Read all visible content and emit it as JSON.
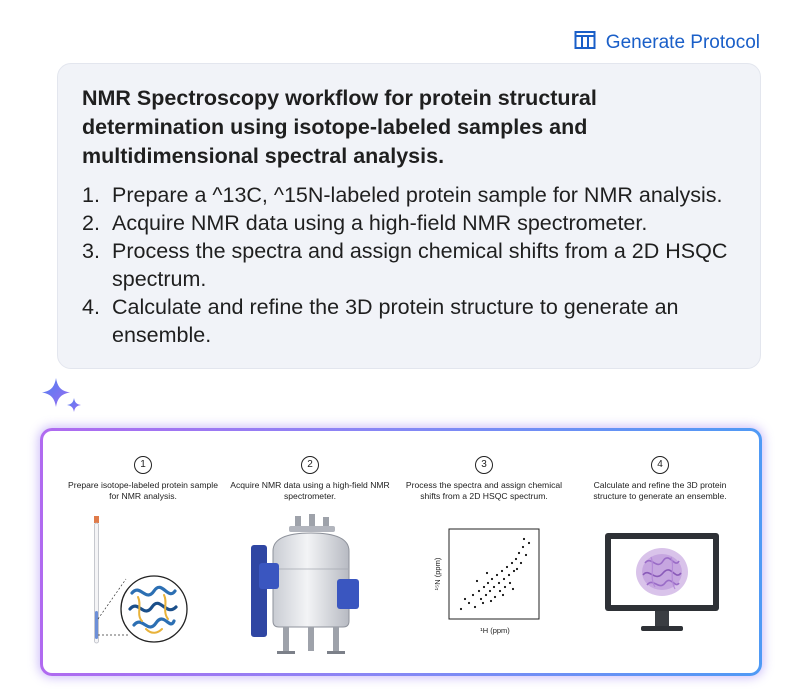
{
  "header": {
    "generate_label": "Generate Protocol",
    "icon": "columns-icon",
    "accent": "#1a5fc8"
  },
  "prompt": {
    "title": "NMR Spectroscopy workflow for protein structural determination using isotope-labeled samples and multidimensional spectral analysis.",
    "steps": [
      {
        "num": "1.",
        "text": "Prepare a ^13C, ^15N-labeled protein sample for NMR analysis."
      },
      {
        "num": "2.",
        "text": "Acquire NMR data using a high-field NMR spectrometer."
      },
      {
        "num": "3.",
        "text": "Process the spectra and assign chemical shifts from a 2D HSQC spectrum."
      },
      {
        "num": "4.",
        "text": "Calculate and refine the 3D protein structure to generate an ensemble."
      }
    ]
  },
  "figure": {
    "panels": [
      {
        "num": "1",
        "caption": "Prepare isotope-labeled protein sample for NMR analysis."
      },
      {
        "num": "2",
        "caption": "Acquire NMR data using a high-field NMR spectrometer."
      },
      {
        "num": "3",
        "caption": "Process the spectra and assign chemical shifts from a 2D HSQC spectrum."
      },
      {
        "num": "4",
        "caption": "Calculate and refine the 3D protein structure to generate an ensemble."
      }
    ],
    "hsqc": {
      "x_label": "¹H (ppm)",
      "y_label": "¹⁵N (ppm)"
    }
  }
}
